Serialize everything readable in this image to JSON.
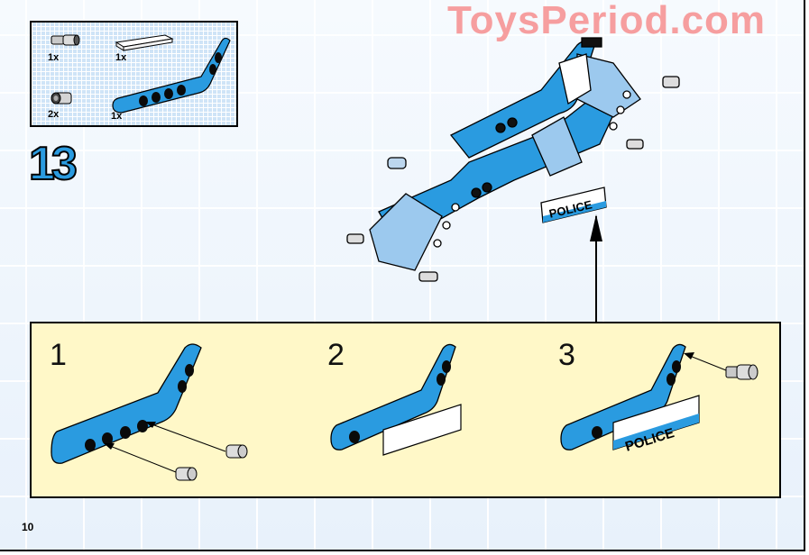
{
  "watermark": "ToysPeriod.com",
  "parts_list": {
    "items": [
      {
        "icon": "axle-pin-icon",
        "qty": "1x"
      },
      {
        "icon": "white-tile-1x4-icon",
        "qty": "1x"
      },
      {
        "icon": "friction-pin-icon",
        "qty": "2x"
      },
      {
        "icon": "blue-angled-beam-icon",
        "qty": "1x"
      }
    ]
  },
  "step": {
    "number": "13",
    "callout_label": "POLICE"
  },
  "substeps": [
    {
      "number": "1",
      "description_icon": "beam-with-two-pins"
    },
    {
      "number": "2",
      "description_icon": "beam-with-white-tile"
    },
    {
      "number": "3",
      "description_icon": "beam-with-police-tile-and-axle-pin",
      "label": "POLICE"
    }
  ],
  "page_number": "10",
  "colors": {
    "beam_blue": "#2a9be0",
    "panel_yellow": "#fff8c8",
    "page_bg": "#e9f2fc",
    "watermark": "#f79a9a"
  }
}
